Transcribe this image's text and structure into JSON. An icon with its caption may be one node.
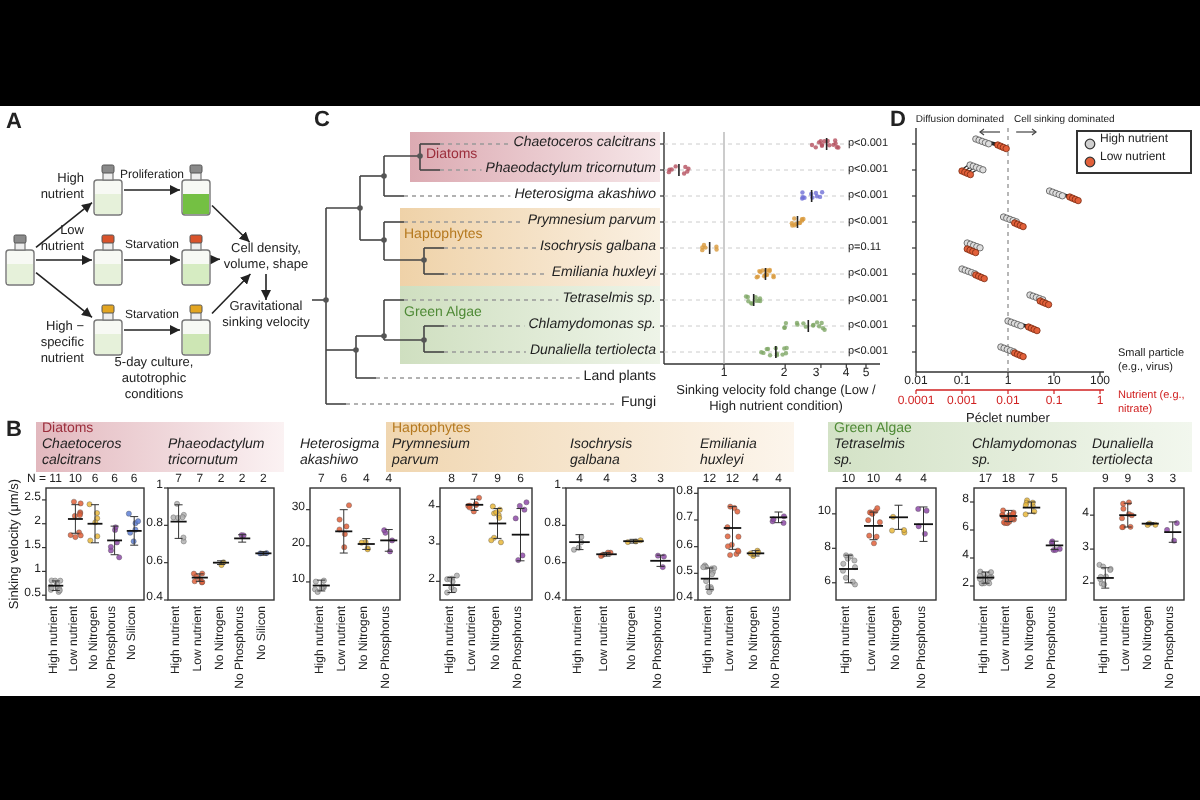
{
  "diagram": {
    "nodes": [
      {
        "text": [],
        "shape": "picture"
      },
      {
        "text": [],
        "shape": "picture"
      },
      {
        "text": [],
        "shape": "picture"
      },
      {
        "text": [],
        "shape": "picture"
      },
      {
        "text": [],
        "shape": "picture"
      },
      {
        "text": [],
        "shape": "picture"
      },
      {
        "text": [],
        "shape": "picture"
      },
      {
        "text": [
          "Cell density, volume, shape"
        ]
      },
      {
        "text": [
          "Gravitational sinking velocity"
        ]
      },
      {
        "text": [
          "Diatoms",
          "Chaetoceros calcitrans",
          "Phaeodactylum tricornutum"
        ]
      },
      {
        "text": [
          "Haptophytes",
          "Prymnesium parvum",
          "Isochrysis galbana",
          "Emiliania huxleyi"
        ]
      },
      {
        "text": [
          "Green Algae",
          "Tetraselmis sp.",
          "Chlamydomonas sp.",
          "Dunaliella tertiolecta"
        ]
      },
      {
        "text": [
          "Diatoms",
          "Chaetoceros calcitrans",
          "Phaeodactylum tricornutum"
        ]
      },
      {
        "text": [
          "Haptophytes",
          "Prymnesium parvum",
          "Isochrysis galbana",
          "Emiliania huxleyi"
        ]
      },
      {
        "text": [
          "Green Algae",
          "Tetraselmis sp.",
          "Chlamydomonas sp.",
          "Dunaliella tertiolecta"
        ]
      }
    ],
    "edges": [
      {
        "from": 0,
        "to": 1,
        "arrow": "to",
        "label": "High nutrient"
      },
      {
        "from": 0,
        "to": 3,
        "arrow": "to",
        "label": "Low nutrient"
      },
      {
        "from": 0,
        "to": 5,
        "arrow": "to",
        "label": "High − specific nutrient"
      },
      {
        "from": 1,
        "to": 2,
        "arrow": "to",
        "label": "Proliferation"
      },
      {
        "from": 3,
        "to": 4,
        "arrow": "to",
        "label": "Starvation"
      },
      {
        "from": 5,
        "to": 6,
        "arrow": "to",
        "label": "Starvation"
      },
      {
        "from": 2,
        "to": 7,
        "arrow": "to"
      },
      {
        "from": 4,
        "to": 7,
        "arrow": "to"
      },
      {
        "from": 6,
        "to": 7,
        "arrow": "to"
      },
      {
        "from": 7,
        "to": 8,
        "arrow": "to"
      }
    ],
    "labels": [
      "A",
      "5-day culture, autotrophic conditions",
      "C",
      "Heterosigma akashiwo",
      "Land plants",
      "Fungi",
      "p<0.001",
      "p<0.001",
      "p<0.001",
      "p<0.001",
      "p=0.11",
      "p<0.001",
      "p<0.001",
      "p<0.001",
      "p<0.001",
      "1",
      "2",
      "3",
      "4",
      "5",
      "Sinking velocity fold change (Low / High nutrient condition)",
      "D",
      "Diffusion dominated",
      "Cell sinking dominated",
      "0.01",
      "0.1",
      "1",
      "10",
      "100",
      "0.0001",
      "0.001",
      "0.01",
      "0.1",
      "1",
      "Small particle (e.g., virus)",
      "Nutrient (e.g., nitrate)",
      "Péclet number",
      "B",
      "Heterosigma akashiwo",
      "Sinking velocity (μm/s)",
      "N = 11",
      "10",
      "6",
      "6",
      "6",
      "2.5",
      "2",
      "1.5",
      "1",
      "0.5",
      "High nutrient",
      "Low nutrient",
      "No Nitrogen",
      "No Phosphorus",
      "No Silicon",
      "7",
      "7",
      "2",
      "2",
      "2",
      "1",
      "0.8",
      "0.6",
      "0.4",
      "High nutrient",
      "Low nutrient",
      "No Nitrogen",
      "No Phosphorus",
      "No Silicon",
      "7",
      "6",
      "4",
      "4",
      "30",
      "20",
      "10",
      "High nutrient",
      "Low nutrient",
      "No Nitrogen",
      "No Phosphorus",
      "8",
      "7",
      "9",
      "6",
      "4",
      "3",
      "2",
      "High nutrient",
      "Low nutrient",
      "No Nitrogen",
      "No Phosphorus",
      "4",
      "4",
      "3",
      "3",
      "1",
      "0.8",
      "0.6",
      "0.4",
      "High nutrient",
      "Low nutrient",
      "No Nitrogen",
      "No Phosphorus",
      "12",
      "12",
      "4",
      "4",
      "0.8",
      "0.7",
      "0.6",
      "0.5",
      "0.4",
      "High nutrient",
      "Low nutrient",
      "No Nitrogen",
      "No Phosphorus",
      "10",
      "10",
      "4",
      "4",
      "10",
      "8",
      "6",
      "High nutrient",
      "Low nutrient",
      "No Nitrogen",
      "No Phosphorus",
      "17",
      "18",
      "7",
      "5",
      "8",
      "6",
      "4",
      "2",
      "High nutrient",
      "Low nutrient",
      "No Nitrogen",
      "No Phosphorus",
      "9",
      "9",
      "3",
      "3",
      "4",
      "3",
      "2",
      "High nutrient",
      "Low nutrient",
      "No Nitrogen",
      "No Phosphorus"
    ],
    "legend": [
      {
        "text": "High nutrient"
      },
      {
        "text": "Low nutrient"
      }
    ]
  }
}
